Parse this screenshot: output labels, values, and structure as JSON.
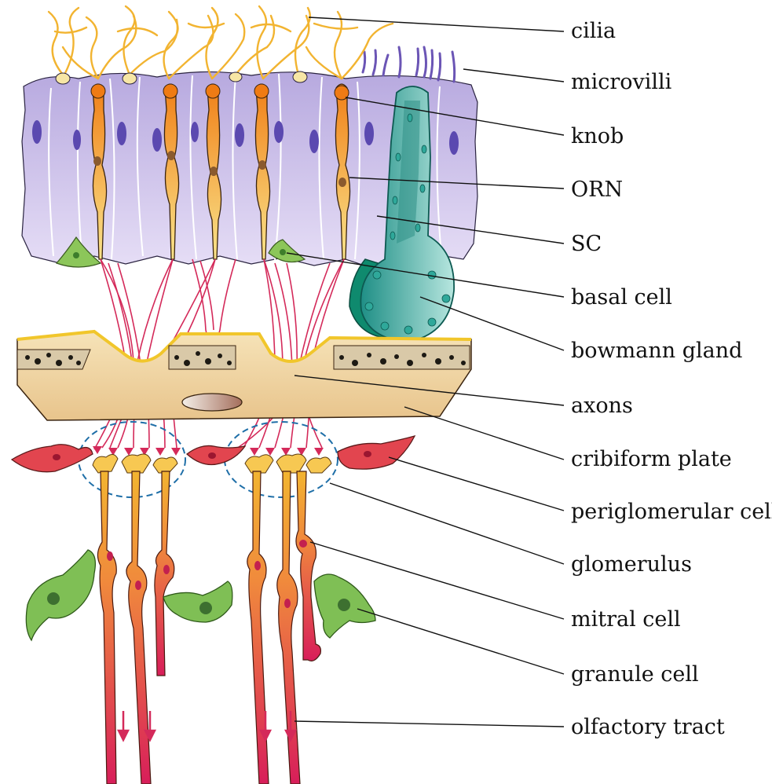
{
  "labels": {
    "cilia": "cilia",
    "microvilli": "microvilli",
    "knob": "knob",
    "orn": "ORN",
    "sc": "SC",
    "basal_cell": "basal cell",
    "bowmann_gland": "bowmann gland",
    "axons": "axons",
    "cribiform_plate": "cribiform plate",
    "periglomerular_cell": "periglomerular cell",
    "glomerulus": "glomerulus",
    "mitral_cell": "mitral cell",
    "granule_cell": "granule cell",
    "olfactory_tract": "olfactory tract"
  },
  "colors": {
    "epithelium": "#cbbfe8",
    "nucleus": "#6a55b8",
    "orn": "#f2a63a",
    "cilia": "#f2b431",
    "microvilli": "#6b55b5",
    "gland": "#5fbcb0",
    "basal": "#8cc65a",
    "axon": "#d42a5a",
    "plate": "#f5d9a3",
    "periglomerular": "#e2454f",
    "mitral": "#f39d3a",
    "granule": "#7fbf55",
    "glomerulus_outline": "#1f6fa8"
  }
}
